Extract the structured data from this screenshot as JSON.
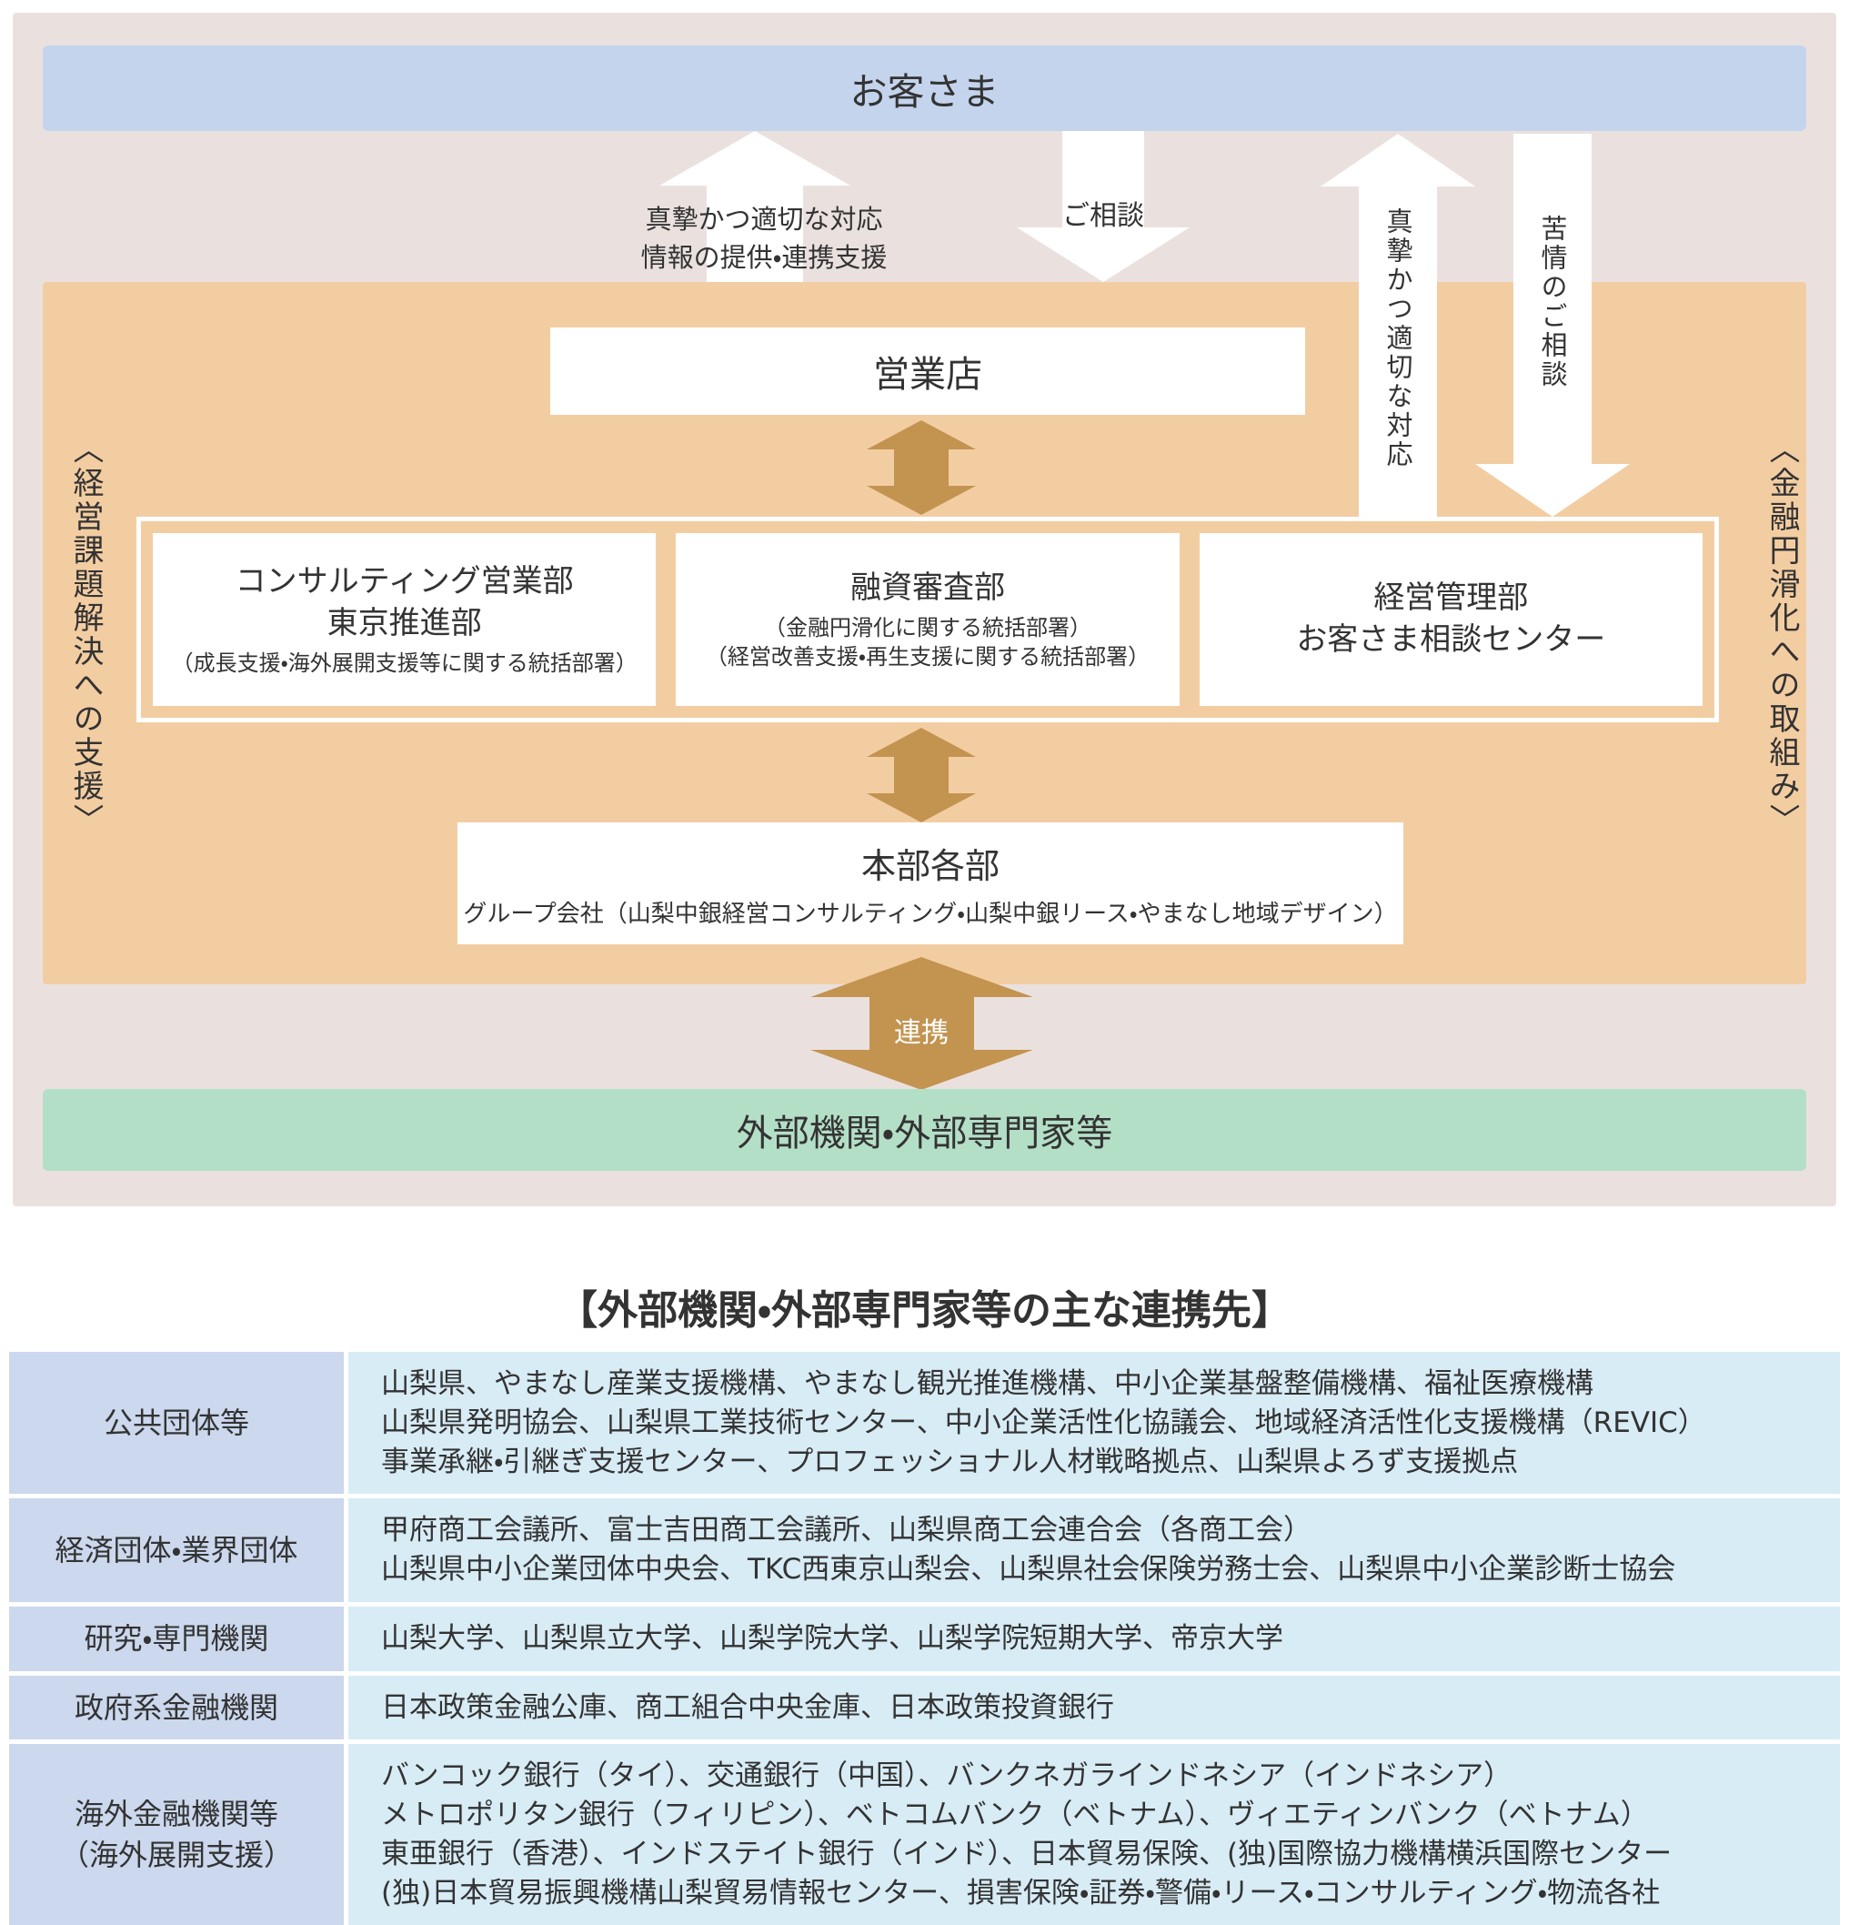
{
  "colors": {
    "diagram_bg": "#eae1df",
    "customers_banner_bg": "#c4d4ed",
    "orange_panel_bg": "#f3cda2",
    "green_banner_bg": "#b4dfc7",
    "brown_arrow": "#c39350",
    "white_arrow": "#ffffff",
    "table_label_bg": "#cbd8ed",
    "table_content_bg": "#d8ecf6",
    "text": "#333333"
  },
  "diagram": {
    "customers_banner": "お客さま",
    "upper_arrows": {
      "sincere_line1": "真摯かつ適切な対応",
      "sincere_line2": "情報の提供・連携支援",
      "consultation": "ご相談",
      "sincere_vertical": "真摯かつ適切な対応",
      "complaint_vertical": "苦情のご相談"
    },
    "side_left": "〈経営課題解決への支援〉",
    "side_right": "〈金融円滑化への取組み〉",
    "sales_branch": "営業店",
    "dept_consulting": {
      "line1": "コンサルティング営業部",
      "line2": "東京推進部",
      "note": "（成長支援・海外展開支援等に関する統括部署）"
    },
    "dept_loan": {
      "line1": "融資審査部",
      "note1": "（金融円滑化に関する統括部署）",
      "note2": "（経営改善支援・再生支援に関する統括部署）"
    },
    "dept_management": {
      "line1": "経営管理部",
      "line2": "お客さま相談センター"
    },
    "headquarters": {
      "title": "本部各部",
      "subtitle": "グループ会社（山梨中銀経営コンサルティング・山梨中銀リース・やまなし地域デザイン）"
    },
    "collaboration": "連携",
    "external_banner": "外部機関・外部専門家等"
  },
  "partners": {
    "title": "【外部機関・外部専門家等の主な連携先】",
    "rows": [
      {
        "category": [
          "公共団体等"
        ],
        "lines": [
          "山梨県、やまなし産業支援機構、やまなし観光推進機構、中小企業基盤整備機構、福祉医療機構",
          "山梨県発明協会、山梨県工業技術センター、中小企業活性化協議会、地域経済活性化支援機構（REVIC）",
          "事業承継・引継ぎ支援センター、プロフェッショナル人材戦略拠点、山梨県よろず支援拠点"
        ]
      },
      {
        "category": [
          "経済団体・業界団体"
        ],
        "lines": [
          "甲府商工会議所、富士吉田商工会議所、山梨県商工会連合会（各商工会）",
          "山梨県中小企業団体中央会、TKC西東京山梨会、山梨県社会保険労務士会、山梨県中小企業診断士協会"
        ]
      },
      {
        "category": [
          "研究・専門機関"
        ],
        "lines": [
          "山梨大学、山梨県立大学、山梨学院大学、山梨学院短期大学、帝京大学"
        ]
      },
      {
        "category": [
          "政府系金融機関"
        ],
        "lines": [
          "日本政策金融公庫、商工組合中央金庫、日本政策投資銀行"
        ]
      },
      {
        "category": [
          "海外金融機関等",
          "（海外展開支援）"
        ],
        "lines": [
          "バンコック銀行（タイ）、交通銀行（中国）、バンクネガラインドネシア（インドネシア）",
          "メトロポリタン銀行（フィリピン）、ベトコムバンク（ベトナム）、ヴィエティンバンク（ベトナム）",
          "東亜銀行（香港）、インドステイト銀行（インド）、日本貿易保険、(独)国際協力機構横浜国際センター",
          "(独)日本貿易振興機構山梨貿易情報センター、損害保険・証券・警備・リース・コンサルティング・物流各社"
        ]
      }
    ]
  }
}
